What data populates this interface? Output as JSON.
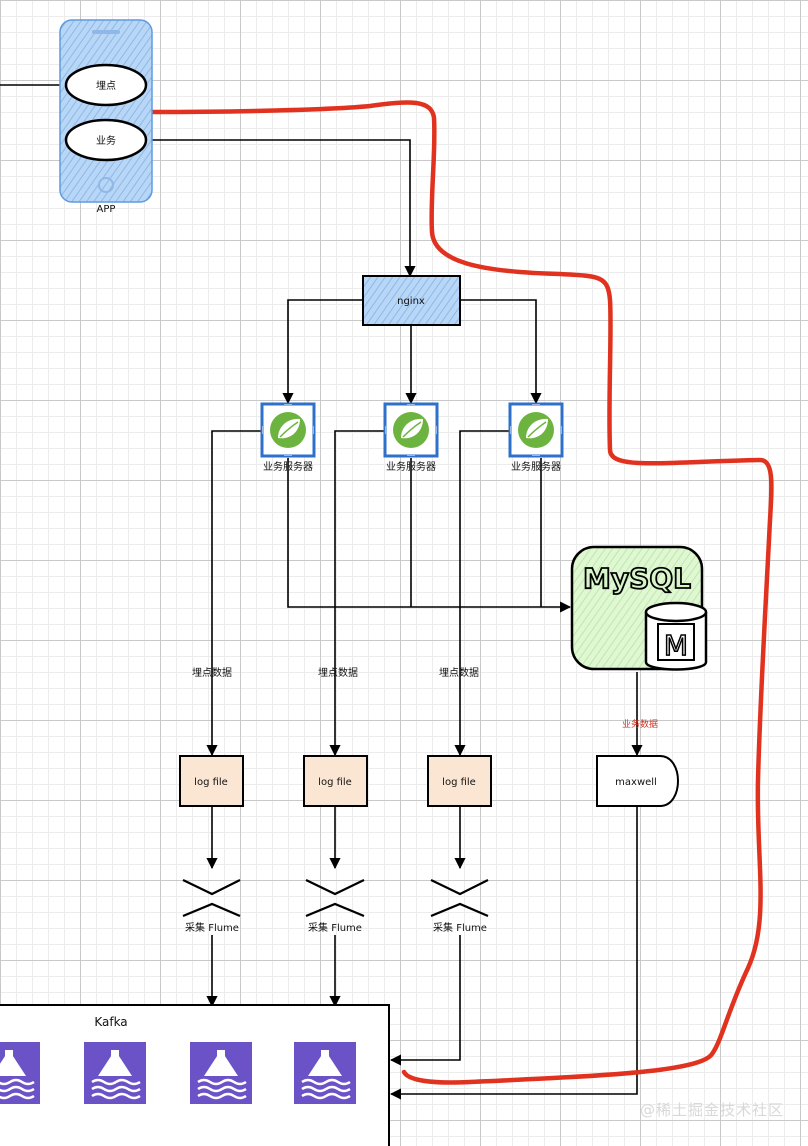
{
  "app": {
    "label": "APP",
    "buttons": [
      "埋点",
      "业务"
    ]
  },
  "nginx": {
    "label": "nginx"
  },
  "servers": [
    {
      "label": "业务服务器"
    },
    {
      "label": "业务服务器"
    },
    {
      "label": "业务服务器"
    }
  ],
  "mysql": {
    "title": "MySQL",
    "badge": "M"
  },
  "business_data_label": "业务数据",
  "maxwell": {
    "label": "maxwell"
  },
  "track_data_labels": [
    "埋点数据",
    "埋点数据",
    "埋点数据"
  ],
  "log_files": [
    "log file",
    "log file",
    "log file"
  ],
  "collect_labels": [
    "采集 Flume",
    "采集 Flume",
    "采集 Flume"
  ],
  "kafka": {
    "title": "Kafka",
    "partition_count": 4
  },
  "watermark": "@稀土掘金技术社区",
  "colors": {
    "red_line": "#e0321e",
    "app_fill": "#b8d6f5",
    "nginx_fill": "#a9c9f1",
    "mysql_fill": "#d6f5c8",
    "logfile_fill": "#fbe6d4",
    "kafka_icon": "#6b52c7",
    "spring_green": "#6db33f",
    "spring_blue": "#2f71c9",
    "business_label": "#d6301e"
  }
}
